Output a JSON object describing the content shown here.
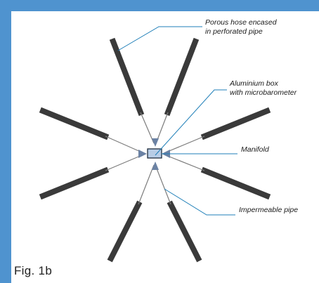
{
  "figure_label": "Fig. 1b",
  "labels": {
    "porous_hose_line1": "Porous hose encased",
    "porous_hose_line2": "in perforated pipe",
    "aluminium_box_line1": "Aluminium box",
    "aluminium_box_line2": "with microbarometer",
    "manifold": "Manifold",
    "impermeable_pipe": "Impermeable pipe"
  },
  "colors": {
    "background_border": "#4f93cf",
    "panel": "#ffffff",
    "hose_bar": "#3a3a3a",
    "pipe_line": "#7c7c7c",
    "arrowhead": "#6b82a4",
    "box_fill": "#b8cde6",
    "box_stroke": "#1e2b3c",
    "leader_line": "#1f7fb8",
    "label_text": "#1a1a1a"
  },
  "diagram": {
    "arms": 8,
    "hose_description": "Porous hose encased in perforated pipe",
    "center_device": "Aluminium box with microbarometer"
  }
}
